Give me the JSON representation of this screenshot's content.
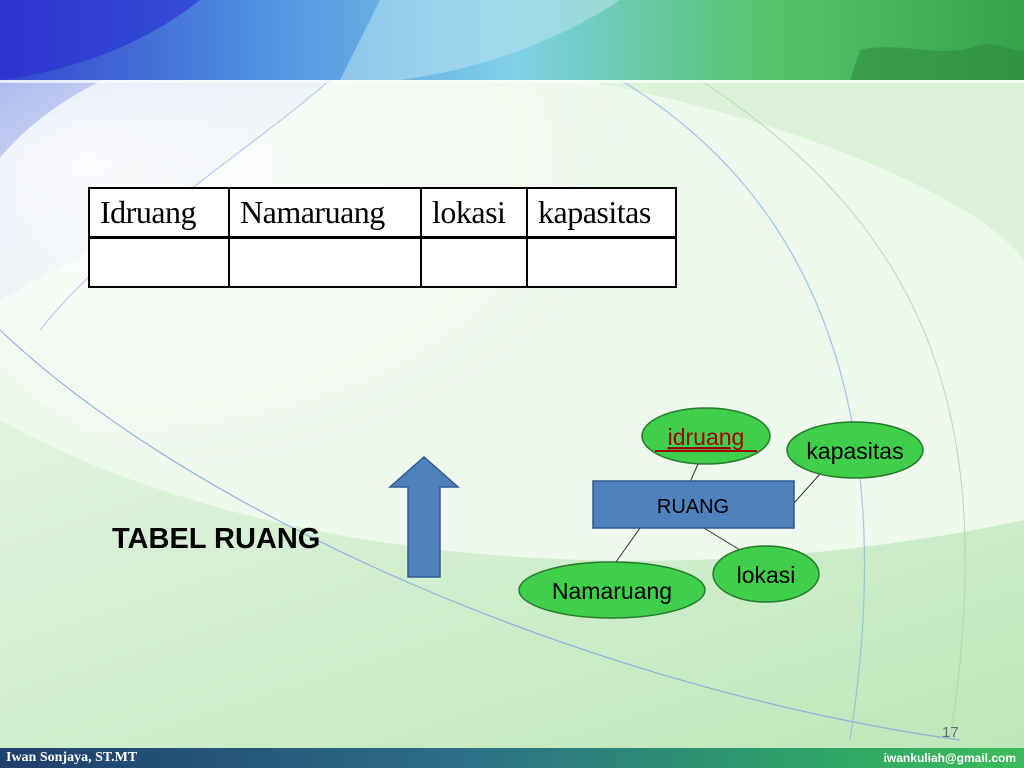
{
  "slide": {
    "title": "TABEL RUANG",
    "page_number": "17",
    "footer_author": "Iwan Sonjaya, ST.MT",
    "footer_email": "iwankuliah@gmail.com"
  },
  "table": {
    "headers": [
      "Idruang",
      "Namaruang",
      "lokasi",
      "kapasitas"
    ],
    "empty_rows": 1
  },
  "er_diagram": {
    "entity": "RUANG",
    "attributes": {
      "key": "idruang",
      "a1": "kapasitas",
      "a2": "lokasi",
      "a3": "Namaruang"
    }
  },
  "colors": {
    "attribute_fill": "#3fcf4a",
    "entity_fill": "#4f81bd",
    "arrow_fill": "#4f81bd",
    "key_text": "#a00000"
  }
}
